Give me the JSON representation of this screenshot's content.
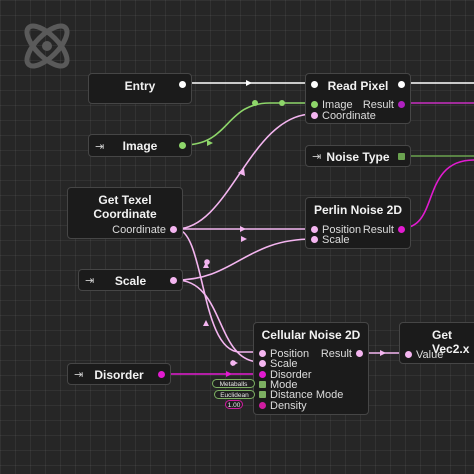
{
  "colors": {
    "white": "#ffffff",
    "image_green": "#8ed66a",
    "coord_pink": "#f4b5f0",
    "magenta": "#e21bd0",
    "mode_green": "#7cb062",
    "density_magenta": "#d01ca0"
  },
  "nodes": {
    "entry": {
      "title": "Entry"
    },
    "read_pixel": {
      "title": "Read Pixel",
      "inputs": [
        "Image",
        "Coordinate"
      ],
      "output": "Result"
    },
    "image": {
      "title": "Image",
      "icon": "input-icon"
    },
    "noise_type": {
      "title": "Noise Type",
      "icon": "input-icon"
    },
    "get_texel": {
      "title": "Get Texel Coordinate",
      "output": "Coordinate"
    },
    "perlin": {
      "title": "Perlin Noise 2D",
      "inputs": [
        "Position",
        "Scale"
      ],
      "output": "Result"
    },
    "scale": {
      "title": "Scale",
      "icon": "input-icon"
    },
    "cellular": {
      "title": "Cellular Noise 2D",
      "inputs": [
        "Position",
        "Scale",
        "Disorder",
        "Mode",
        "Distance Mode",
        "Density"
      ],
      "output": "Result",
      "badges": {
        "mode": "Metaballs",
        "distance_mode": "Euclidean",
        "density": "1.00"
      }
    },
    "get_vec": {
      "title": "Get Vec2.x",
      "input": "Value"
    },
    "disorder": {
      "title": "Disorder",
      "icon": "input-icon"
    }
  }
}
